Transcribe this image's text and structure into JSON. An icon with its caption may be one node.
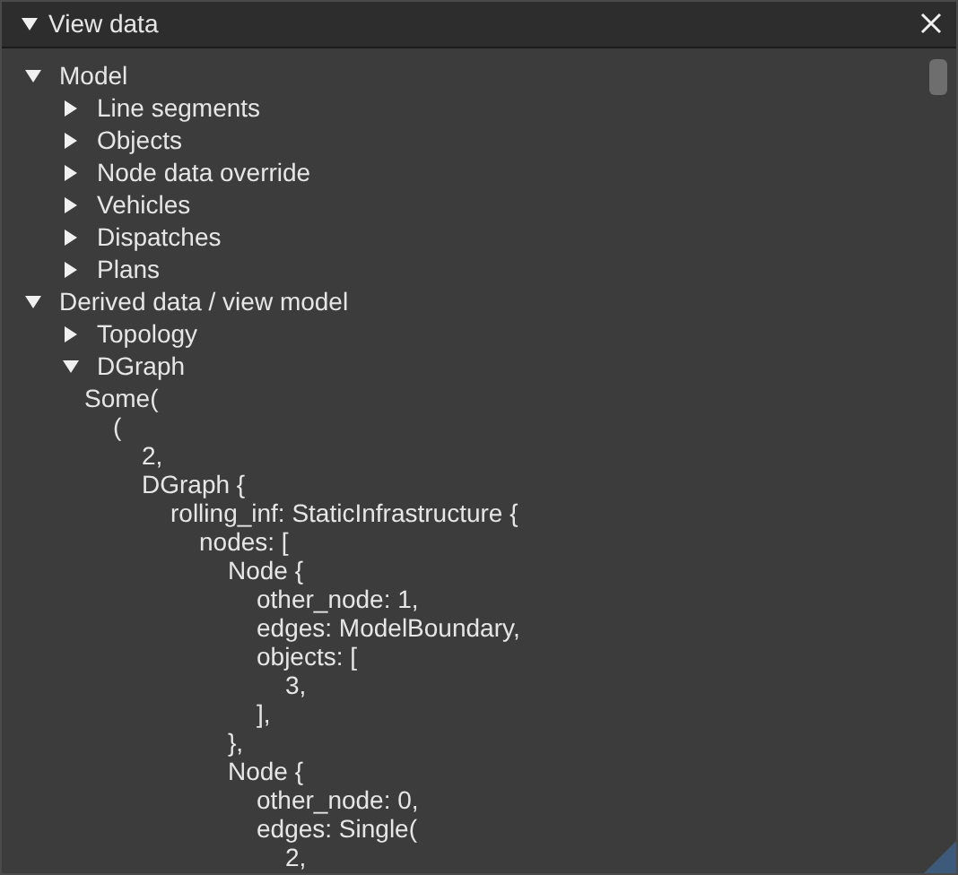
{
  "diagram": {
    "title": "View data",
    "labels": [
      "Model",
      "Line segments",
      "Objects",
      "Node data override",
      "Vehicles",
      "Dispatches",
      "Plans",
      "Derived data / view model",
      "Topology",
      "DGraph",
      "Some(",
      "(",
      "2,",
      "DGraph {",
      "rolling_inf: StaticInfrastructure {",
      "nodes: [",
      "Node {",
      "other_node: 1,",
      "edges: ModelBoundary,",
      "objects: [",
      "3,",
      "],",
      "},",
      "Node {",
      "other_node: 0,",
      "edges: Single(",
      "2,"
    ]
  }
}
